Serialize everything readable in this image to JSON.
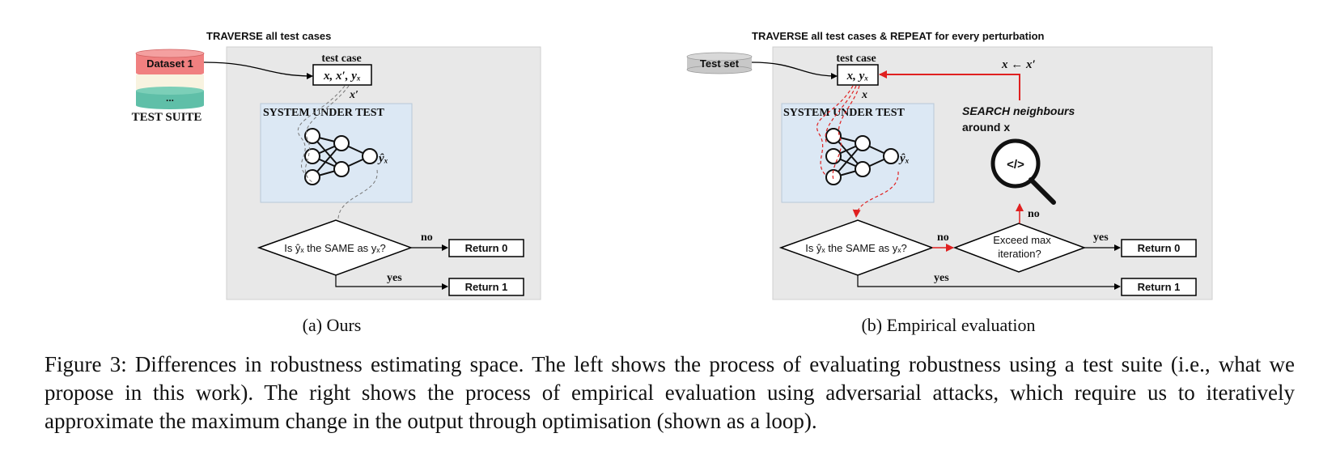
{
  "left_panel": {
    "header": "TRAVERSE all test cases",
    "dataset_label": "Dataset 1",
    "dataset_ellipsis": "...",
    "suite_label": "TEST SUITE",
    "test_case_label": "test case",
    "test_case_tuple": "x, x′, yₓ",
    "perturbed_input": "x′",
    "sut_label": "SYSTEM UNDER TEST",
    "prediction": "ŷₓ",
    "decision": "Is ŷₓ the SAME as yₓ?",
    "no_label": "no",
    "yes_label": "yes",
    "return_0": "Return 0",
    "return_1": "Return 1",
    "subcaption": "(a) Ours"
  },
  "right_panel": {
    "header": "TRAVERSE all test cases & REPEAT for every perturbation",
    "test_set_label": "Test set",
    "test_case_label": "test case",
    "test_case_tuple": "x, yₓ",
    "input": "x",
    "update_rule": "x ← x′",
    "sut_label": "SYSTEM UNDER TEST",
    "prediction": "ŷₓ",
    "search_line1": "SEARCH neighbours",
    "search_line2": "around x",
    "code_symbol": "</>",
    "decision": "Is ŷₓ the SAME as yₓ?",
    "decision_no": "no",
    "exceed_line1": "Exceed max",
    "exceed_line2": "iteration?",
    "exceed_no": "no",
    "exceed_yes": "yes",
    "yes_label": "yes",
    "return_0": "Return 0",
    "return_1": "Return 1",
    "subcaption": "(b) Empirical evaluation"
  },
  "caption": "Figure 3: Differences in robustness estimating space. The left shows the process of evaluating robustness using a test suite (i.e., what we propose in this work). The right shows the process of empirical evaluation using adversarial attacks, which require us to iteratively approximate the maximum change in the output through optimisation (shown as a loop).",
  "colors": {
    "panel_bg": "#e8e8e8",
    "sut_bg": "#dce8f4",
    "dataset_red": "#f08080",
    "dataset_cream": "#f8f3e0",
    "dataset_teal": "#5fbfa8",
    "test_set_gray": "#c8c8c8",
    "loop_red": "#e02020"
  }
}
